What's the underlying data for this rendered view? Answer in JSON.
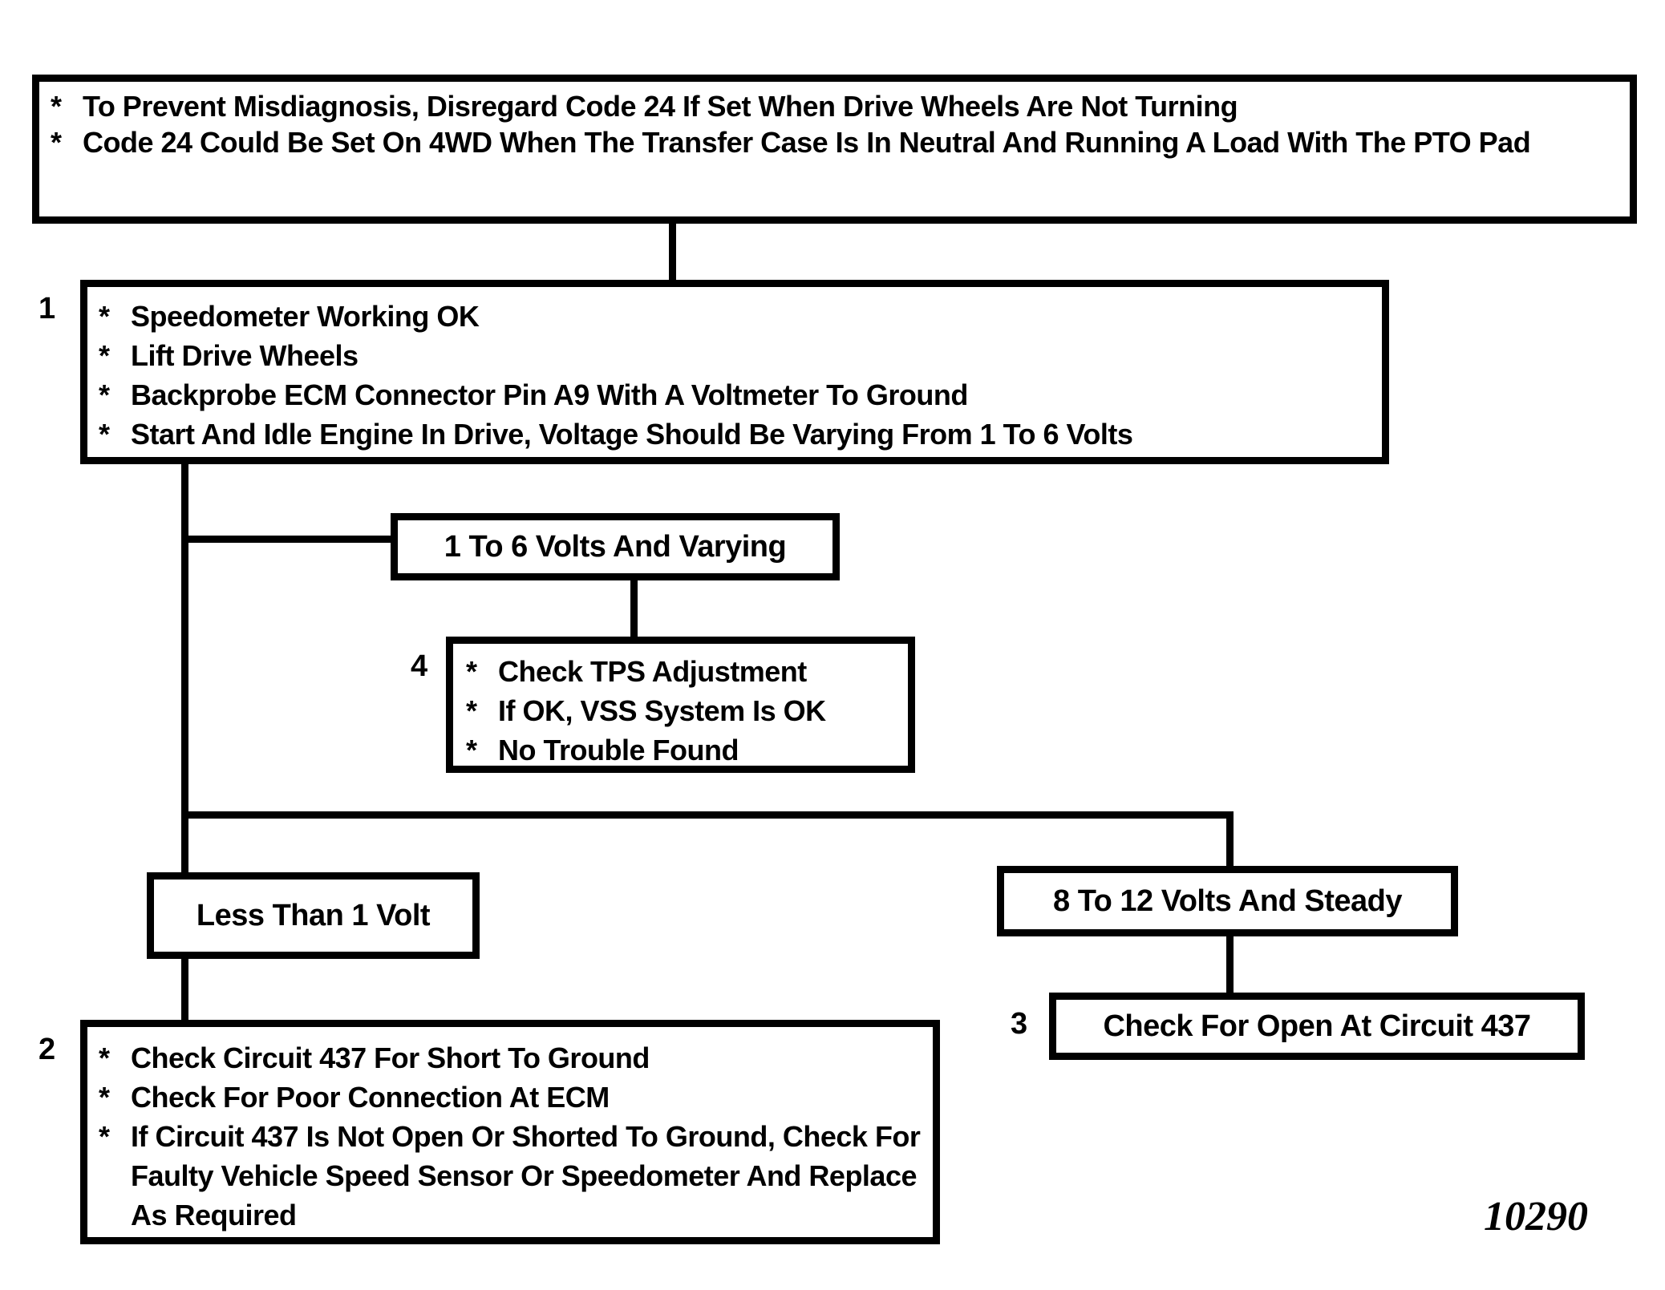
{
  "colors": {
    "ink": "#000000",
    "background": "#ffffff"
  },
  "bullet": "*",
  "figure_number": "10290",
  "boxes": {
    "note": {
      "items": [
        "To Prevent Misdiagnosis, Disregard Code 24 If Set When Drive Wheels Are Not Turning",
        "Code 24 Could Be Set On 4WD When The Transfer Case Is In Neutral And Running A Load With The PTO Pad"
      ]
    },
    "step1": {
      "number": "1",
      "items": [
        "Speedometer Working OK",
        "Lift Drive Wheels",
        "Backprobe ECM Connector Pin A9 With A Voltmeter To Ground",
        "Start And Idle Engine In Drive, Voltage Should Be Varying From 1 To 6 Volts"
      ]
    },
    "result_1to6": {
      "label": "1 To 6 Volts And Varying"
    },
    "step4": {
      "number": "4",
      "items": [
        "Check TPS Adjustment",
        "If OK, VSS System Is OK",
        "No Trouble Found"
      ]
    },
    "result_less1": {
      "label": "Less Than 1 Volt"
    },
    "step2": {
      "number": "2",
      "items": [
        "Check Circuit 437 For Short To Ground",
        "Check For Poor Connection At ECM",
        "If Circuit 437 Is Not Open Or Shorted To Ground, Check For Faulty Vehicle Speed Sensor Or Speedometer And Replace As Required"
      ]
    },
    "result_8to12": {
      "label": "8 To 12 Volts And Steady"
    },
    "step3": {
      "number": "3",
      "label": "Check For Open At Circuit 437"
    }
  }
}
